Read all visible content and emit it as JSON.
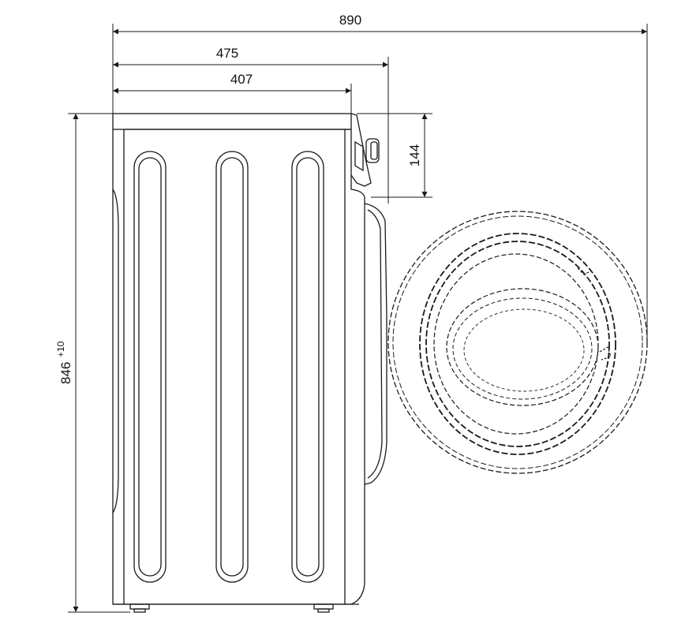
{
  "drawing": {
    "subject": "washing-machine-side-view",
    "stroke_color": "#1a1a1a",
    "background": "#ffffff"
  },
  "dimensions": {
    "overall_depth_door_open": "890",
    "depth_with_door": "475",
    "body_depth": "407",
    "control_panel_height": "144",
    "height_value": "846",
    "height_tolerance": "+10"
  }
}
